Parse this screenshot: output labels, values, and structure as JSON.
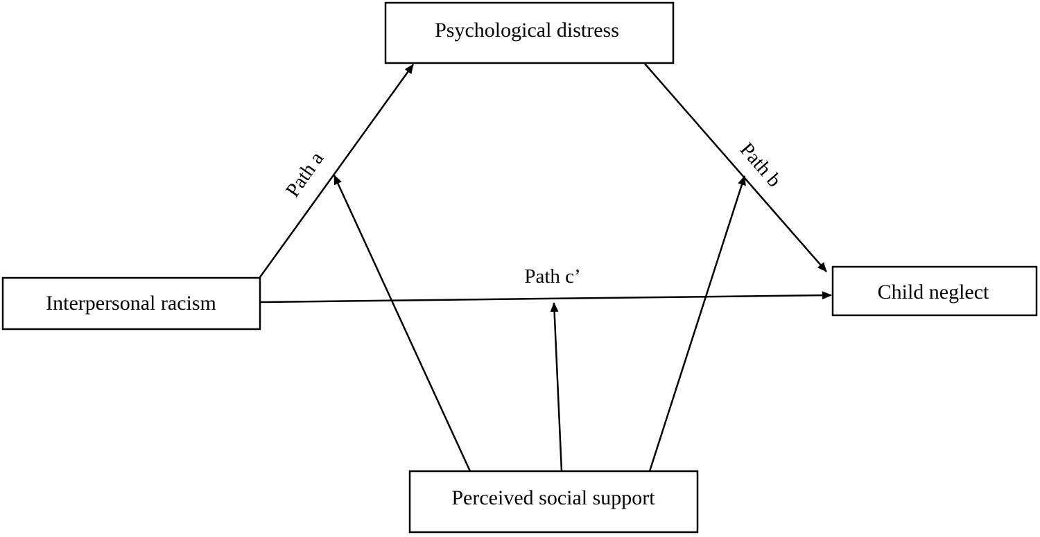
{
  "nodes": {
    "psychological_distress": "Psychological distress",
    "interpersonal_racism": "Interpersonal racism",
    "child_neglect": "Child neglect",
    "perceived_social_support": "Perceived social support"
  },
  "paths": {
    "a": "Path a",
    "b": "Path b",
    "c_prime": "Path c’"
  },
  "colors": {
    "stroke": "#000000",
    "background": "#ffffff"
  }
}
